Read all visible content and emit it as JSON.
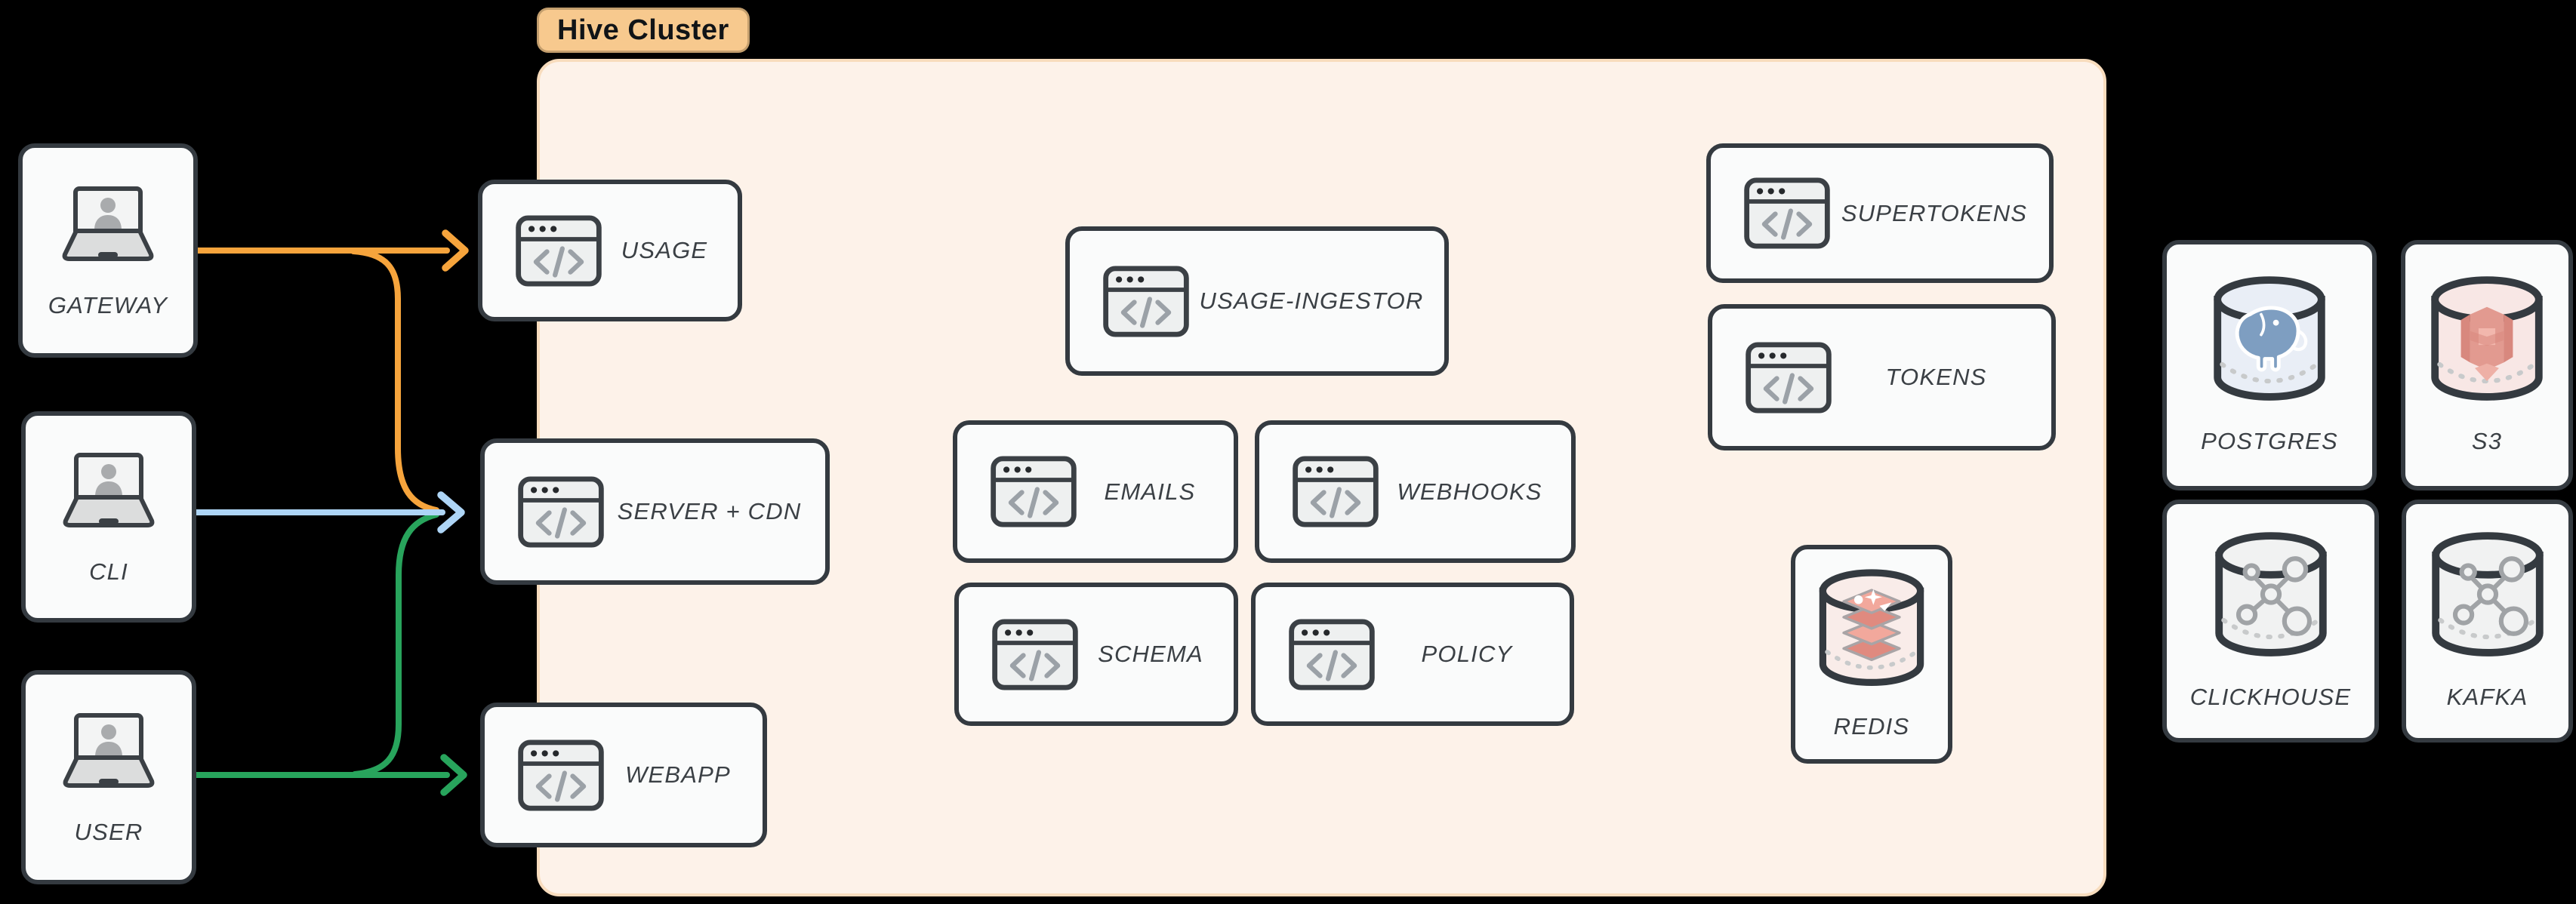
{
  "badge": {
    "label": "Hive Cluster"
  },
  "actors": {
    "gateway": {
      "label": "GATEWAY"
    },
    "cli": {
      "label": "CLI"
    },
    "user": {
      "label": "USER"
    }
  },
  "services": {
    "usage": {
      "label": "USAGE"
    },
    "server_cdn": {
      "label": "SERVER + CDN"
    },
    "webapp": {
      "label": "WEBAPP"
    },
    "usage_ingestor": {
      "label": "USAGE-INGESTOR"
    },
    "emails": {
      "label": "EMAILS"
    },
    "webhooks": {
      "label": "WEBHOOKS"
    },
    "schema": {
      "label": "SCHEMA"
    },
    "policy": {
      "label": "POLICY"
    },
    "supertokens": {
      "label": "SUPERTOKENS"
    },
    "tokens": {
      "label": "TOKENS"
    }
  },
  "datastores": {
    "redis": {
      "label": "REDIS"
    },
    "postgres": {
      "label": "POSTGRES"
    },
    "s3": {
      "label": "S3"
    },
    "clickhouse": {
      "label": "CLICKHOUSE"
    },
    "kafka": {
      "label": "KAFKA"
    }
  },
  "connections": [
    {
      "from": "GATEWAY",
      "to": "USAGE",
      "color": "#f6a43c"
    },
    {
      "from": "GATEWAY",
      "to": "SERVER + CDN",
      "color": "#f6a43c"
    },
    {
      "from": "CLI",
      "to": "SERVER + CDN",
      "color": "#aed5f6"
    },
    {
      "from": "USER",
      "to": "SERVER + CDN",
      "color": "#28a45c"
    },
    {
      "from": "USER",
      "to": "WEBAPP",
      "color": "#28a45c"
    }
  ],
  "colors": {
    "background": "#000000",
    "card_fill": "#fafbfb",
    "card_border": "#343a40",
    "cluster_fill": "#fdf2e9",
    "cluster_border": "#f8dcbd",
    "badge_fill": "#f7c98e",
    "label_text": "#3b4045",
    "arrow_orange": "#f6a43c",
    "arrow_blue": "#aed5f6",
    "arrow_green": "#28a45c",
    "redis_accent": "#f2a89c",
    "postgres_accent": "#7e9ec1",
    "s3_accent": "#e29a90",
    "molecule_gray": "#a0a3a6"
  },
  "icons": {
    "actor": "laptop-user-icon",
    "service": "code-window-icon",
    "datastore": "database-cylinder-icon",
    "redis": "redis-stack-icon",
    "postgres": "postgres-elephant-icon",
    "s3": "s3-blocks-icon",
    "clickhouse": "molecule-icon",
    "kafka": "molecule-icon"
  }
}
